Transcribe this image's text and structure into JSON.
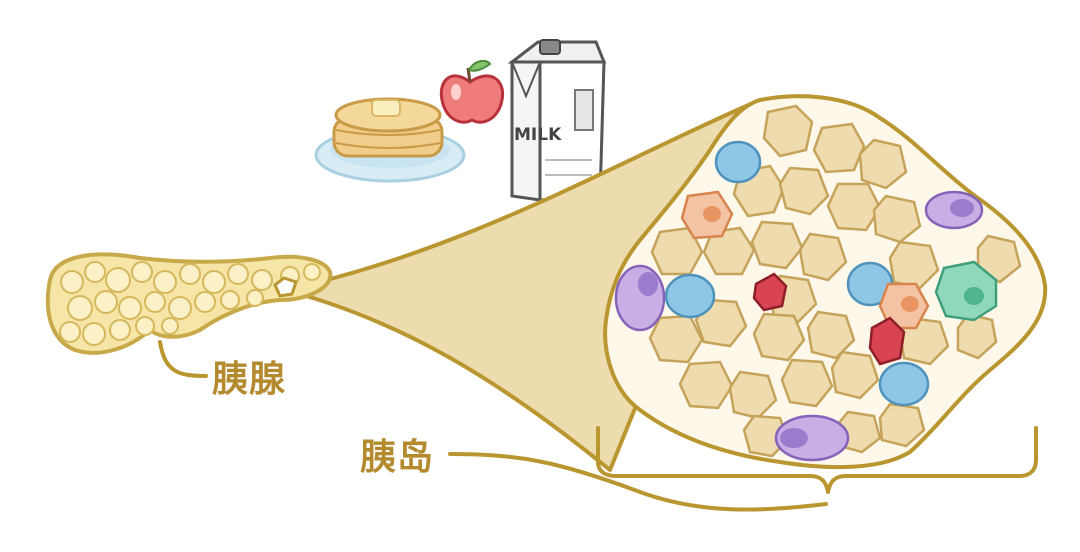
{
  "labels": {
    "pancreas": "胰腺",
    "islet": "胰岛"
  },
  "food": {
    "milk_carton_text": "MILK"
  },
  "colors": {
    "outline": "#b9962f",
    "label": "#b38a2e",
    "pancreas_fill": "#f5e6a8",
    "islet_bg": "#fdf8ea",
    "funnel_fill": "#ecdcae",
    "beta_cell": "#efdcae",
    "alpha_cell": "#8ec7e6",
    "delta_cell": "#b99ad8",
    "pp_cell": "#efb48f",
    "epsilon_cell": "#7fd1b3",
    "blood_vessel": "#b8323c"
  },
  "icons": [
    "pancake-icon",
    "apple-icon",
    "milk-carton-icon",
    "pancreas-icon",
    "islet-icon"
  ]
}
